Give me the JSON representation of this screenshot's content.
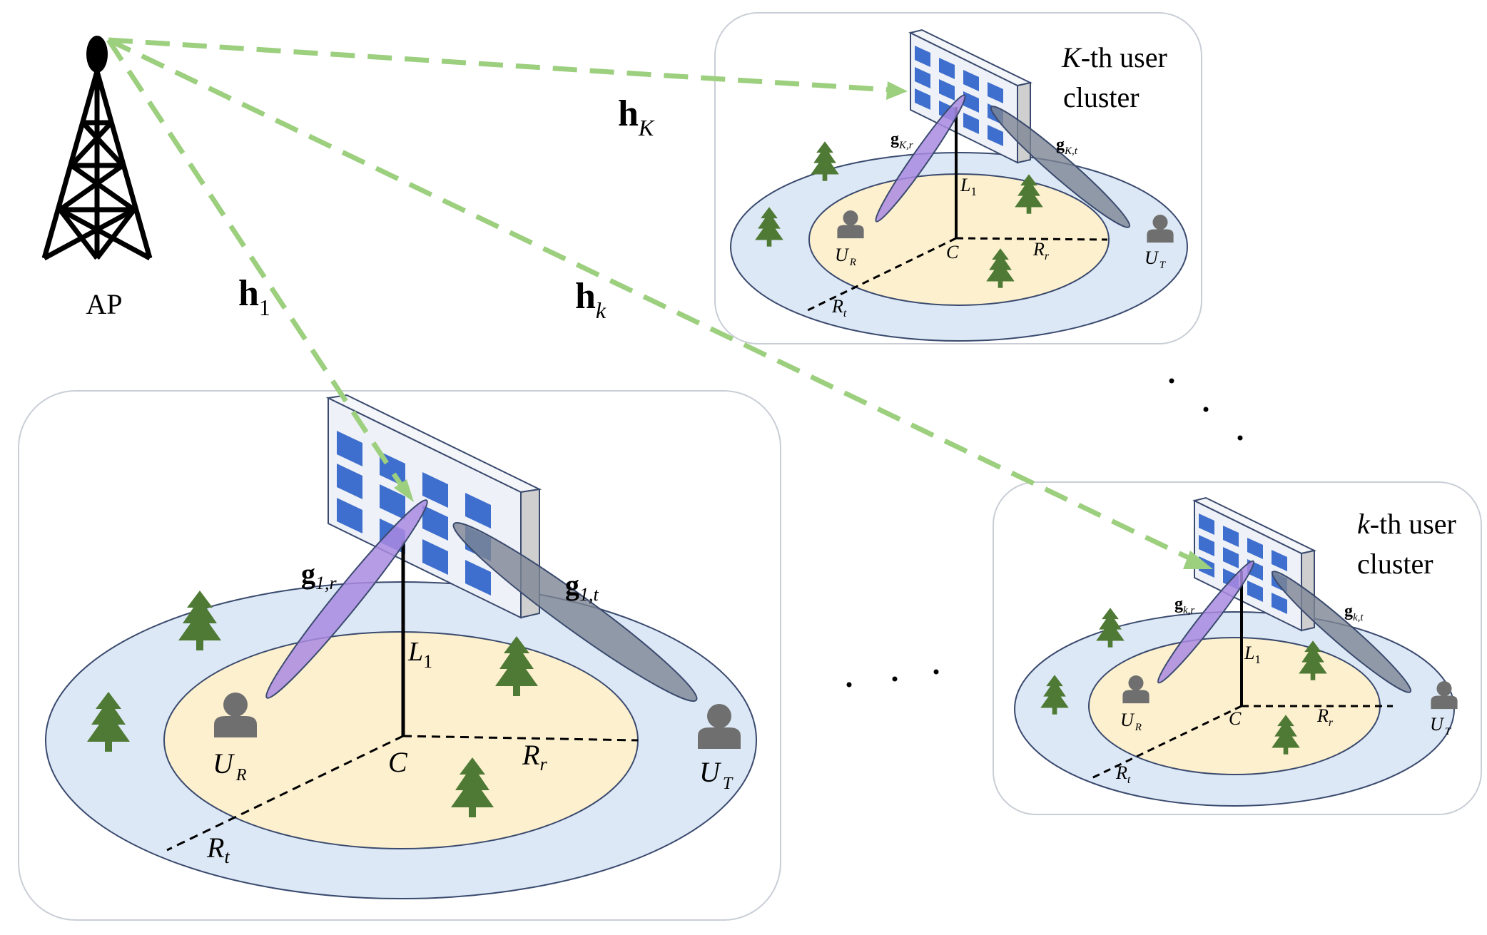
{
  "ap": {
    "label": "AP"
  },
  "channels": {
    "h1": {
      "main": "h",
      "sub": "1"
    },
    "hk": {
      "main": "h",
      "sub": "k"
    },
    "hK": {
      "main": "h",
      "sub": "K"
    }
  },
  "clusters": {
    "first": {
      "g_r": {
        "main": "g",
        "sub": "1,r"
      },
      "g_t": {
        "main": "g",
        "sub": "1,t"
      },
      "L": {
        "main": "L",
        "sub": "1"
      },
      "UR": {
        "main": "U",
        "sub": "R"
      },
      "UT": {
        "main": "U",
        "sub": "T"
      },
      "C": "C",
      "Rr": {
        "main": "R",
        "sub": "r"
      },
      "Rt": {
        "main": "R",
        "sub": "t"
      }
    },
    "kth": {
      "title_italic": "k",
      "title_rest": "-th user",
      "title_line2": "cluster",
      "g_r": {
        "main": "g",
        "sub": "k,r"
      },
      "g_t": {
        "main": "g",
        "sub": "k,t"
      },
      "L": {
        "main": "L",
        "sub": "1"
      },
      "UR": {
        "main": "U",
        "sub": "R"
      },
      "UT": {
        "main": "U",
        "sub": "T"
      },
      "C": "C",
      "Rr": {
        "main": "R",
        "sub": "r"
      },
      "Rt": {
        "main": "R",
        "sub": "t"
      }
    },
    "Kth": {
      "title_italic": "K",
      "title_rest": "-th user",
      "title_line2": "cluster",
      "g_r": {
        "main": "g",
        "sub": "K,r"
      },
      "g_t": {
        "main": "g",
        "sub": "K,t"
      },
      "L": {
        "main": "L",
        "sub": "1"
      },
      "UR": {
        "main": "U",
        "sub": "R"
      },
      "UT": {
        "main": "U",
        "sub": "T"
      },
      "C": "C",
      "Rr": {
        "main": "R",
        "sub": "r"
      },
      "Rt": {
        "main": "R",
        "sub": "t"
      }
    }
  },
  "colors": {
    "channel_arrow": "#9ccf7e",
    "outer_disk": "#dce8f5",
    "inner_disk": "#fdf0cf",
    "disk_stroke": "#3a4a6e",
    "tree": "#4f7a35",
    "window": "#3f6fce",
    "beam_receive": "#a98ae0",
    "beam_transmit": "#7d8593",
    "user": "#6f6f6f",
    "box_stroke": "#c9ced6"
  },
  "icons": [
    "tower-icon",
    "building-icon",
    "tree-icon",
    "user-icon"
  ]
}
